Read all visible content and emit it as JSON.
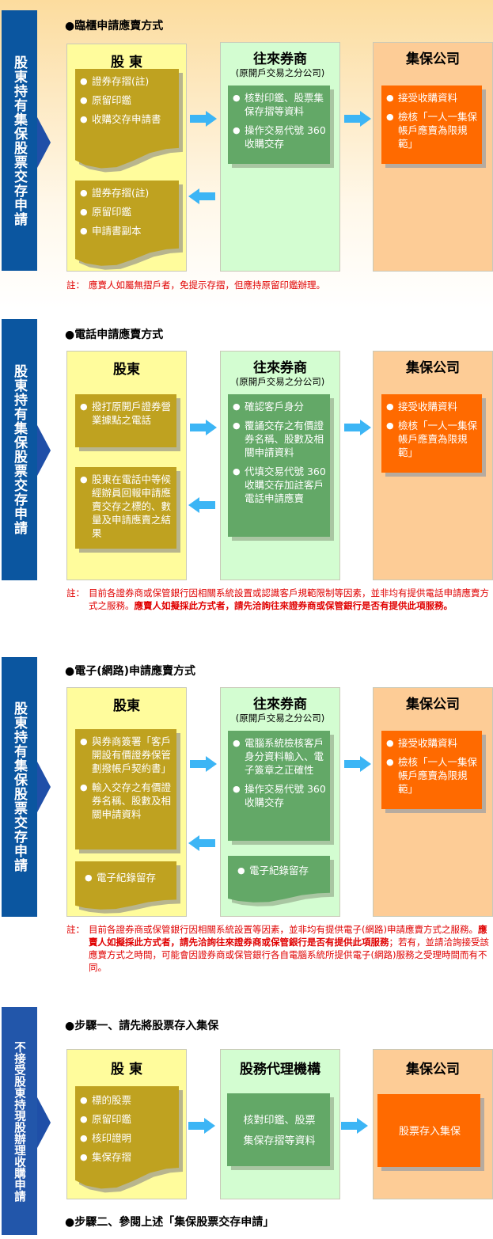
{
  "colors": {
    "side_bar": "#0b56a0",
    "shareholder_col": "#fffc9c",
    "broker_col": "#d3fdd1",
    "tdcc_col": "#fdcc96",
    "olive_box": "#bfa220",
    "green_box": "#63a867",
    "orange_box": "#ff6a00",
    "arrow": "#3cb5f5",
    "note": "#e00000"
  },
  "sections": [
    {
      "side_label": "股東持有集保股票交存申請",
      "title": "●臨櫃申請應賣方式",
      "col1_header": "股 東",
      "col2_header": "往來券商",
      "col2_sub": "(原開戶交易之分公司)",
      "col3_header": "集保公司",
      "col1_boxes": [
        [
          "證券存摺(註)",
          "原留印鑑",
          "收購交存申請書"
        ],
        [
          "證券存摺(註)",
          "原留印鑑",
          "申請書副本"
        ]
      ],
      "col2_boxes": [
        [
          "核對印鑑、股票集保存摺等資料",
          "操作交易代號 360 收購交存"
        ]
      ],
      "col3_boxes": [
        [
          "接受收購資料",
          "檢核「一人一集保帳戶應賣為限規範」"
        ]
      ],
      "note_label": "註：",
      "note": [
        {
          "text": "應賣人如屬無摺戶者，免提示存摺，但應持原留印鑑辦理。",
          "bold": false
        }
      ]
    },
    {
      "side_label": "股東持有集保股票交存申請",
      "title": "●電話申請應賣方式",
      "col1_header": "股東",
      "col2_header": "往來券商",
      "col2_sub": "(原開戶交易之分公司)",
      "col3_header": "集保公司",
      "col1_boxes": [
        [
          "撥打原開戶證券營業據點之電話"
        ],
        [
          "股東在電話中等候經辦員回報申請應賣交存之標的、數量及申請應賣之結果"
        ]
      ],
      "col2_boxes": [
        [
          "確認客戶身分",
          "覆誦交存之有價證券名稱、股數及相關申請資料",
          "代填交易代號 360 收購交存加註客戶電話申請應賣"
        ]
      ],
      "col3_boxes": [
        [
          "接受收購資料",
          "檢核「一人一集保帳戶應賣為限規範」"
        ]
      ],
      "note_label": "註：",
      "note": [
        {
          "text": "目前各證券商或保管銀行因相關系統設置或認識客戶規範限制等因素，並非均有提供電話申請應賣方式之服務。",
          "bold": false
        },
        {
          "text": "應賣人如擬採此方式者，請先洽詢往來證券商或保管銀行是否有提供此項服務。",
          "bold": true
        }
      ]
    },
    {
      "side_label": "股東持有集保股票交存申請",
      "title": "●電子(網路)申請應賣方式",
      "col1_header": "股東",
      "col2_header": "往來券商",
      "col2_sub": "(原開戶交易之分公司)",
      "col3_header": "集保公司",
      "col1_boxes": [
        [
          "與券商簽署「客戶開設有價證券保管劃撥帳戶契約書」",
          "輸入交存之有價證券名稱、股數及相關申請資料"
        ],
        [
          "電子紀錄留存"
        ]
      ],
      "col2_boxes": [
        [
          "電腦系統檢核客戶身分資料輸入、電子簽章之正確性",
          "操作交易代號 360 收購交存"
        ],
        [
          "電子紀錄留存"
        ]
      ],
      "col3_boxes": [
        [
          "接受收購資料",
          "檢核「一人一集保帳戶應賣為限規範」"
        ]
      ],
      "note_label": "註：",
      "note": [
        {
          "text": "目前各證券商或保管銀行因相關系統設置等因素，並非均有提供電子(網路)申請應賣方式之服務。",
          "bold": false
        },
        {
          "text": "應賣人如擬採此方式者，請先洽詢往來證券商或保管銀行是否有提供此項服務",
          "bold": true
        },
        {
          "text": "；若有，並請洽詢接受該應賣方式之時間，可能會因證券商或保管銀行各自電腦系統所提供電子(網路)服務之受理時間而有不同。",
          "bold": false
        }
      ]
    },
    {
      "side_label": "不接受股東持現股辦理收購申請",
      "title": "●步驟一、請先將股票存入集保",
      "col1_header": "股 東",
      "col2_header": "股務代理機構",
      "col3_header": "集保公司",
      "col1_boxes": [
        [
          "標的股票",
          "原留印鑑",
          "核印證明",
          "集保存摺"
        ]
      ],
      "col2_text": [
        "核對印鑑、股票",
        "集保存摺等資料"
      ],
      "col3_text": "股票存入集保",
      "step2": "●步驟二、參閱上述「集保股票交存申請」"
    }
  ]
}
